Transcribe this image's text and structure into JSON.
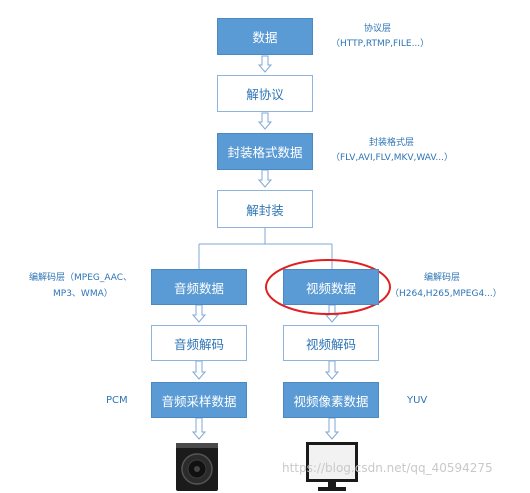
{
  "nodes": {
    "data": "数据",
    "unprotocol": "解协议",
    "container_data": "封装格式数据",
    "demux": "解封装",
    "audio_data": "音频数据",
    "video_data": "视频数据",
    "audio_decode": "音频解码",
    "video_decode": "视频解码",
    "audio_sample": "音频采样数据",
    "video_pixel": "视频像素数据"
  },
  "notes": {
    "protocol_title": "协议层",
    "protocol_examples": "（HTTP,RTMP,FILE...）",
    "container_title": "封装格式层",
    "container_examples": "（FLV,AVI,FLV,MKV,WAV...）",
    "audio_codec_line1": "编解码层（MPEG_AAC、",
    "audio_codec_line2": "MP3、WMA）",
    "video_codec_title": "编解码层",
    "video_codec_examples": "（H264,H265,MPEG4...）",
    "pcm": "PCM",
    "yuv": "YUV"
  },
  "watermark": "https://blog.csdn.net/qq_40594275",
  "colors": {
    "box_fill": "#5B9BD5",
    "text_blue": "#2E75B6",
    "highlight_ellipse": "#E02020"
  },
  "icons": {
    "speaker": "speaker-icon",
    "monitor": "monitor-icon"
  }
}
